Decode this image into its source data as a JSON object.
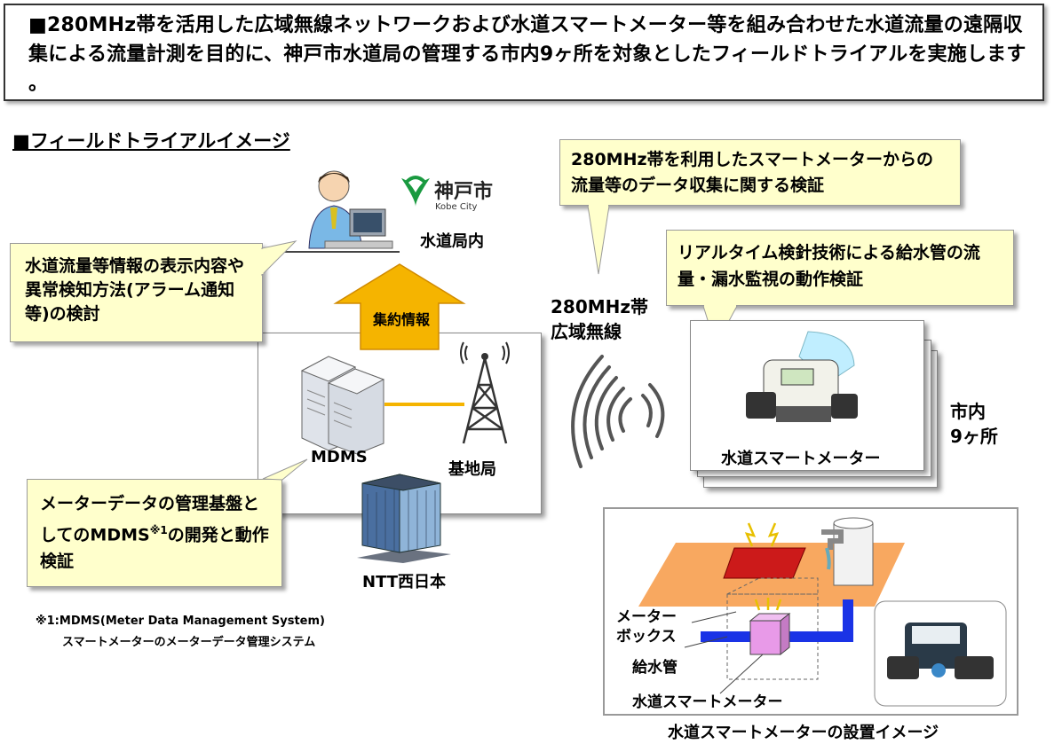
{
  "header": {
    "text": "■280MHz帯を活用した広域無線ネットワークおよび水道スマートメーター等を組み合わせた水道流量の遠隔収集による流量計測を目的に、神戸市水道局の管理する市内9ヶ所を対象としたフィールドトライアルを実施します 。"
  },
  "section_title": "■フィールドトライアルイメージ",
  "kobe_logo": {
    "name": "神戸市",
    "sub": "Kobe City"
  },
  "labels": {
    "water_bureau": "水道局内",
    "aggregated_info": "集約情報",
    "mdms": "MDMS",
    "base_station": "基地局",
    "ntt": "NTT西日本",
    "band_line1": "280MHz帯",
    "band_line2": "広域無線",
    "smart_meter": "水道スマートメーター",
    "locations_line1": "市内",
    "locations_line2": "9ヶ所",
    "install_caption": "水道スマートメーターの設置イメージ"
  },
  "callouts": {
    "display": "水道流量等情報の表示内容や異常検知方法(アラーム通知等)の検討",
    "mdms_dev_1": "メーターデータの管理基盤としてのMDMS",
    "mdms_dev_sup": "※1",
    "mdms_dev_2": "の開発と動作検証",
    "band_verify": "280MHz帯を利用したスマートメーターからの流量等のデータ収集に関する検証",
    "realtime": "リアルタイム検針技術による給水管の流量・漏水監視の動作検証"
  },
  "install": {
    "meter_box_1": "メーター",
    "meter_box_2": "ボックス",
    "supply_pipe": "給水管",
    "smart_meter": "水道スマートメーター"
  },
  "footnote": {
    "line1": "※1:MDMS(Meter Data Management System)",
    "line2": "スマートメーターのメーターデータ管理システム"
  },
  "colors": {
    "callout_bg": "#ffffcc",
    "arrow": "#f5b400",
    "orange_floor": "#f8a860",
    "pipe": "#1a33e6",
    "meter_box": "#e89ae8"
  }
}
